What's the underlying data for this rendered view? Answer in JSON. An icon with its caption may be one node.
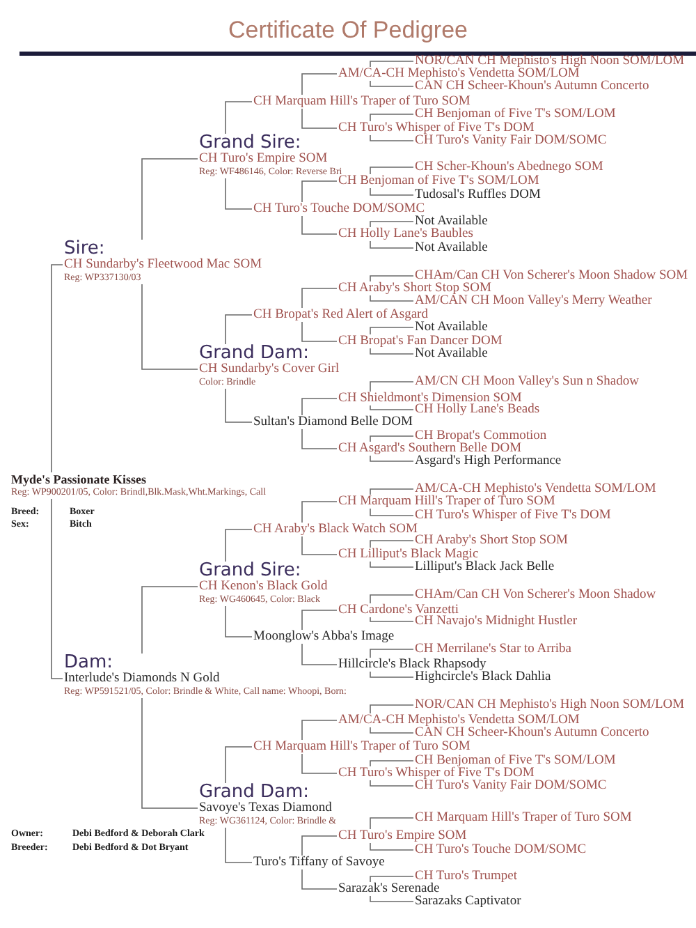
{
  "diagram": {
    "title": "Certificate Of Pedigree",
    "nodes": [
      {
        "text": [
          "Myde's Passionate Kisses",
          "Reg: WP900201/05, Color: Brindl,Blk.Mask,Wht.Markings, Call"
        ]
      },
      {
        "text": [
          "Sire:",
          "CH Sundarby's Fleetwood Mac SOM",
          "Reg: WP337130/03"
        ]
      },
      {
        "text": [
          "Grand Sire:",
          "CH Turo's Empire SOM",
          "Reg: WF486146, Color: Reverse Bri"
        ]
      },
      {
        "text": [
          "CH Marquam Hill's Traper of Turo SOM"
        ]
      },
      {
        "text": [
          "AM/CA-CH Mephisto's Vendetta SOM/LOM"
        ]
      },
      {
        "text": [
          "NOR/CAN CH Mephisto's High Noon SOM/LOM"
        ]
      },
      {
        "text": [
          "CAN CH Scheer-Khoun's Autumn Concerto"
        ]
      },
      {
        "text": [
          "CH Turo's Whisper of Five T's DOM"
        ]
      },
      {
        "text": [
          "CH Benjoman of Five T's SOM/LOM"
        ]
      },
      {
        "text": [
          "CH Turo's Vanity Fair DOM/SOMC"
        ]
      },
      {
        "text": [
          "CH Turo's Touche DOM/SOMC"
        ]
      },
      {
        "text": [
          "CH Benjoman of Five T's SOM/LOM"
        ]
      },
      {
        "text": [
          "CH Scher-Khoun's Abednego SOM"
        ]
      },
      {
        "text": [
          "Tudosal's Ruffles DOM"
        ]
      },
      {
        "text": [
          "CH Holly Lane's Baubles"
        ]
      },
      {
        "text": [
          "Not Available"
        ]
      },
      {
        "text": [
          "Not Available"
        ]
      },
      {
        "text": [
          "Grand Dam:",
          "CH Sundarby's Cover Girl",
          "Color: Brindle"
        ]
      },
      {
        "text": [
          "CH Bropat's Red Alert of Asgard"
        ]
      },
      {
        "text": [
          "CH Araby's Short Stop SOM"
        ]
      },
      {
        "text": [
          "CHAm/Can CH Von Scherer's Moon Shadow SOM"
        ]
      },
      {
        "text": [
          "AM/CAN CH Moon Valley's Merry Weather"
        ]
      },
      {
        "text": [
          "CH Bropat's Fan Dancer DOM"
        ]
      },
      {
        "text": [
          "Not Available"
        ]
      },
      {
        "text": [
          "Not Available"
        ]
      },
      {
        "text": [
          "Sultan's Diamond Belle DOM"
        ]
      },
      {
        "text": [
          "CH Shieldmont's Dimension SOM"
        ]
      },
      {
        "text": [
          "AM/CN CH Moon Valley's Sun n Shadow"
        ]
      },
      {
        "text": [
          "CH Holly Lane's Beads"
        ]
      },
      {
        "text": [
          "CH Asgard's Southern Belle DOM"
        ]
      },
      {
        "text": [
          "CH Bropat's Commotion"
        ]
      },
      {
        "text": [
          "Asgard's High Performance"
        ]
      },
      {
        "text": [
          "Dam:",
          "Interlude's Diamonds N Gold",
          "Reg: WP591521/05, Color: Brindle & White, Call name: Whoopi, Born:"
        ]
      },
      {
        "text": [
          "Grand Sire:",
          "CH Kenon's Black Gold",
          "Reg: WG460645, Color: Black"
        ]
      },
      {
        "text": [
          "CH Araby's Black Watch SOM"
        ]
      },
      {
        "text": [
          "CH Marquam Hill's Traper of Turo SOM"
        ]
      },
      {
        "text": [
          "AM/CA-CH Mephisto's Vendetta SOM/LOM"
        ]
      },
      {
        "text": [
          "CH Turo's Whisper of Five T's DOM"
        ]
      },
      {
        "text": [
          "CH Lilliput's Black Magic"
        ]
      },
      {
        "text": [
          "CH Araby's Short Stop SOM"
        ]
      },
      {
        "text": [
          "Lilliput's Black Jack Belle"
        ]
      },
      {
        "text": [
          "Moonglow's Abba's Image"
        ]
      },
      {
        "text": [
          "CH Cardone's Vanzetti"
        ]
      },
      {
        "text": [
          "CHAm/Can CH Von Scherer's Moon Shadow"
        ]
      },
      {
        "text": [
          "CH Navajo's Midnight Hustler"
        ]
      },
      {
        "text": [
          "Hillcircle's Black Rhapsody"
        ]
      },
      {
        "text": [
          "CH Merrilane's Star to Arriba"
        ]
      },
      {
        "text": [
          "Highcircle's Black Dahlia"
        ]
      },
      {
        "text": [
          "Grand Dam:",
          "Savoye's Texas Diamond",
          "Reg: WG361124, Color: Brindle &"
        ]
      },
      {
        "text": [
          "CH Marquam Hill's Traper of Turo SOM"
        ]
      },
      {
        "text": [
          "AM/CA-CH Mephisto's Vendetta SOM/LOM"
        ]
      },
      {
        "text": [
          "NOR/CAN CH Mephisto's High Noon SOM/LOM"
        ]
      },
      {
        "text": [
          "CAN CH Scheer-Khoun's Autumn Concerto"
        ]
      },
      {
        "text": [
          "CH Turo's Whisper of Five T's DOM"
        ]
      },
      {
        "text": [
          "CH Benjoman of Five T's SOM/LOM"
        ]
      },
      {
        "text": [
          "CH Turo's Vanity Fair DOM/SOMC"
        ]
      },
      {
        "text": [
          "Turo's Tiffany of Savoye"
        ]
      },
      {
        "text": [
          "CH Turo's Empire SOM"
        ]
      },
      {
        "text": [
          "CH Marquam Hill's Traper of Turo SOM"
        ]
      },
      {
        "text": [
          "CH Turo's Touche DOM/SOMC"
        ]
      },
      {
        "text": [
          "Sarazak's Serenade"
        ]
      },
      {
        "text": [
          "CH Turo's Trumpet"
        ]
      },
      {
        "text": [
          "Sarazaks Captivator"
        ]
      }
    ],
    "edges": [
      {
        "from": 0,
        "to": 1,
        "arrow": "none"
      },
      {
        "from": 0,
        "to": 32,
        "arrow": "none"
      },
      {
        "from": 1,
        "to": 2,
        "arrow": "none"
      },
      {
        "from": 1,
        "to": 17,
        "arrow": "none"
      },
      {
        "from": 2,
        "to": 3,
        "arrow": "none"
      },
      {
        "from": 2,
        "to": 10,
        "arrow": "none"
      },
      {
        "from": 3,
        "to": 4,
        "arrow": "none"
      },
      {
        "from": 3,
        "to": 7,
        "arrow": "none"
      },
      {
        "from": 4,
        "to": 5,
        "arrow": "none"
      },
      {
        "from": 4,
        "to": 6,
        "arrow": "none"
      },
      {
        "from": 7,
        "to": 8,
        "arrow": "none"
      },
      {
        "from": 7,
        "to": 9,
        "arrow": "none"
      },
      {
        "from": 10,
        "to": 11,
        "arrow": "none"
      },
      {
        "from": 10,
        "to": 14,
        "arrow": "none"
      },
      {
        "from": 11,
        "to": 12,
        "arrow": "none"
      },
      {
        "from": 11,
        "to": 13,
        "arrow": "none"
      },
      {
        "from": 14,
        "to": 15,
        "arrow": "none"
      },
      {
        "from": 14,
        "to": 16,
        "arrow": "none"
      },
      {
        "from": 17,
        "to": 18,
        "arrow": "none"
      },
      {
        "from": 17,
        "to": 25,
        "arrow": "none"
      },
      {
        "from": 18,
        "to": 19,
        "arrow": "none"
      },
      {
        "from": 18,
        "to": 22,
        "arrow": "none"
      },
      {
        "from": 19,
        "to": 20,
        "arrow": "none"
      },
      {
        "from": 19,
        "to": 21,
        "arrow": "none"
      },
      {
        "from": 22,
        "to": 23,
        "arrow": "none"
      },
      {
        "from": 22,
        "to": 24,
        "arrow": "none"
      },
      {
        "from": 25,
        "to": 26,
        "arrow": "none"
      },
      {
        "from": 25,
        "to": 29,
        "arrow": "none"
      },
      {
        "from": 26,
        "to": 27,
        "arrow": "none"
      },
      {
        "from": 26,
        "to": 28,
        "arrow": "none"
      },
      {
        "from": 29,
        "to": 30,
        "arrow": "none"
      },
      {
        "from": 29,
        "to": 31,
        "arrow": "none"
      },
      {
        "from": 32,
        "to": 33,
        "arrow": "none"
      },
      {
        "from": 32,
        "to": 48,
        "arrow": "none"
      },
      {
        "from": 33,
        "to": 34,
        "arrow": "none"
      },
      {
        "from": 33,
        "to": 41,
        "arrow": "none"
      },
      {
        "from": 34,
        "to": 35,
        "arrow": "none"
      },
      {
        "from": 34,
        "to": 38,
        "arrow": "none"
      },
      {
        "from": 35,
        "to": 36,
        "arrow": "none"
      },
      {
        "from": 35,
        "to": 37,
        "arrow": "none"
      },
      {
        "from": 38,
        "to": 39,
        "arrow": "none"
      },
      {
        "from": 38,
        "to": 40,
        "arrow": "none"
      },
      {
        "from": 41,
        "to": 42,
        "arrow": "none"
      },
      {
        "from": 41,
        "to": 45,
        "arrow": "none"
      },
      {
        "from": 42,
        "to": 43,
        "arrow": "none"
      },
      {
        "from": 42,
        "to": 44,
        "arrow": "none"
      },
      {
        "from": 45,
        "to": 46,
        "arrow": "none"
      },
      {
        "from": 45,
        "to": 47,
        "arrow": "none"
      },
      {
        "from": 48,
        "to": 49,
        "arrow": "none"
      },
      {
        "from": 48,
        "to": 56,
        "arrow": "none"
      },
      {
        "from": 49,
        "to": 50,
        "arrow": "none"
      },
      {
        "from": 49,
        "to": 53,
        "arrow": "none"
      },
      {
        "from": 50,
        "to": 51,
        "arrow": "none"
      },
      {
        "from": 50,
        "to": 52,
        "arrow": "none"
      },
      {
        "from": 53,
        "to": 54,
        "arrow": "none"
      },
      {
        "from": 53,
        "to": 55,
        "arrow": "none"
      },
      {
        "from": 56,
        "to": 57,
        "arrow": "none"
      },
      {
        "from": 56,
        "to": 60,
        "arrow": "none"
      },
      {
        "from": 57,
        "to": 58,
        "arrow": "none"
      },
      {
        "from": 57,
        "to": 59,
        "arrow": "none"
      },
      {
        "from": 60,
        "to": 61,
        "arrow": "none"
      },
      {
        "from": 60,
        "to": 62,
        "arrow": "none"
      }
    ],
    "labels": [
      "Breed:",
      "Boxer",
      "Sex:",
      "Bitch",
      "Owner:",
      "Debi Bedford & Deborah Clark",
      "Breeder:",
      "Debi Bedford & Dot Bryant"
    ]
  }
}
